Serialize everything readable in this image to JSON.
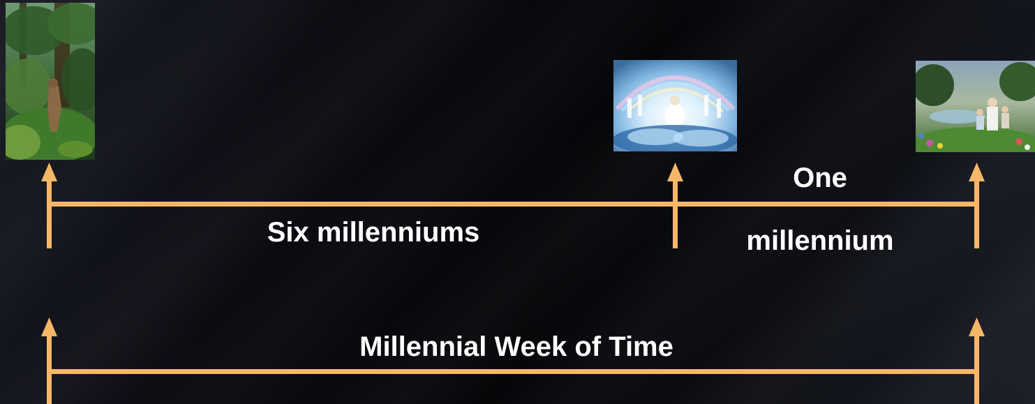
{
  "segments": {
    "six_millenniums": "Six millenniums",
    "one_millennium_line1": "One",
    "one_millennium_line2": "millennium"
  },
  "week_label": "Millennial Week of Time",
  "colors": {
    "arrow": "#F8B768",
    "text": "#FFFFFF",
    "background": "#07080C"
  },
  "icons": {
    "timeline_markers": "up-arrow"
  }
}
